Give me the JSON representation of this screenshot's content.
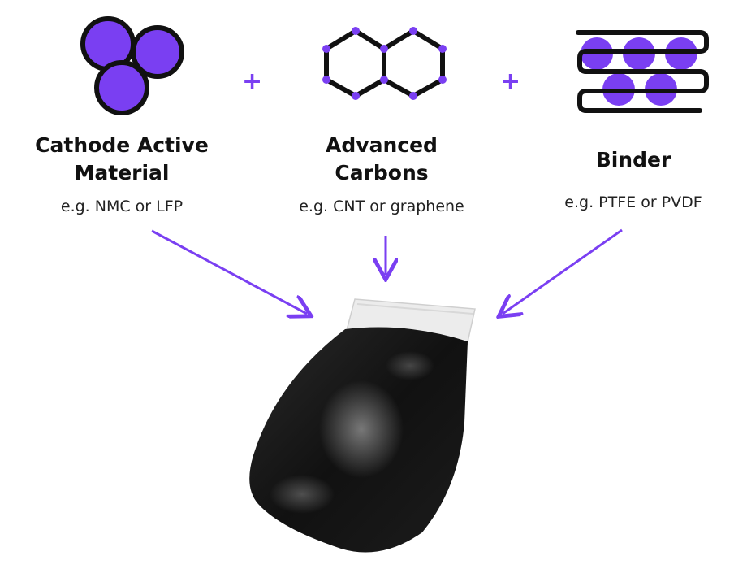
{
  "colors": {
    "accent": "#7a3ff2",
    "ink": "#111111",
    "bag": "#1a1a1a"
  },
  "components": [
    {
      "icon": "spheres-icon",
      "title_line1": "Cathode Active",
      "title_line2": "Material",
      "subtitle": "e.g. NMC or LFP"
    },
    {
      "icon": "hexagon-carbon-icon",
      "title_line1": "Advanced",
      "title_line2": "Carbons",
      "subtitle": "e.g. CNT or graphene"
    },
    {
      "icon": "binder-strand-icon",
      "title_line1": "Binder",
      "subtitle": "e.g. PTFE or PVDF"
    }
  ],
  "operators": {
    "plus1": "+",
    "plus2": "+"
  },
  "result": {
    "icon": "powder-bag-icon"
  }
}
